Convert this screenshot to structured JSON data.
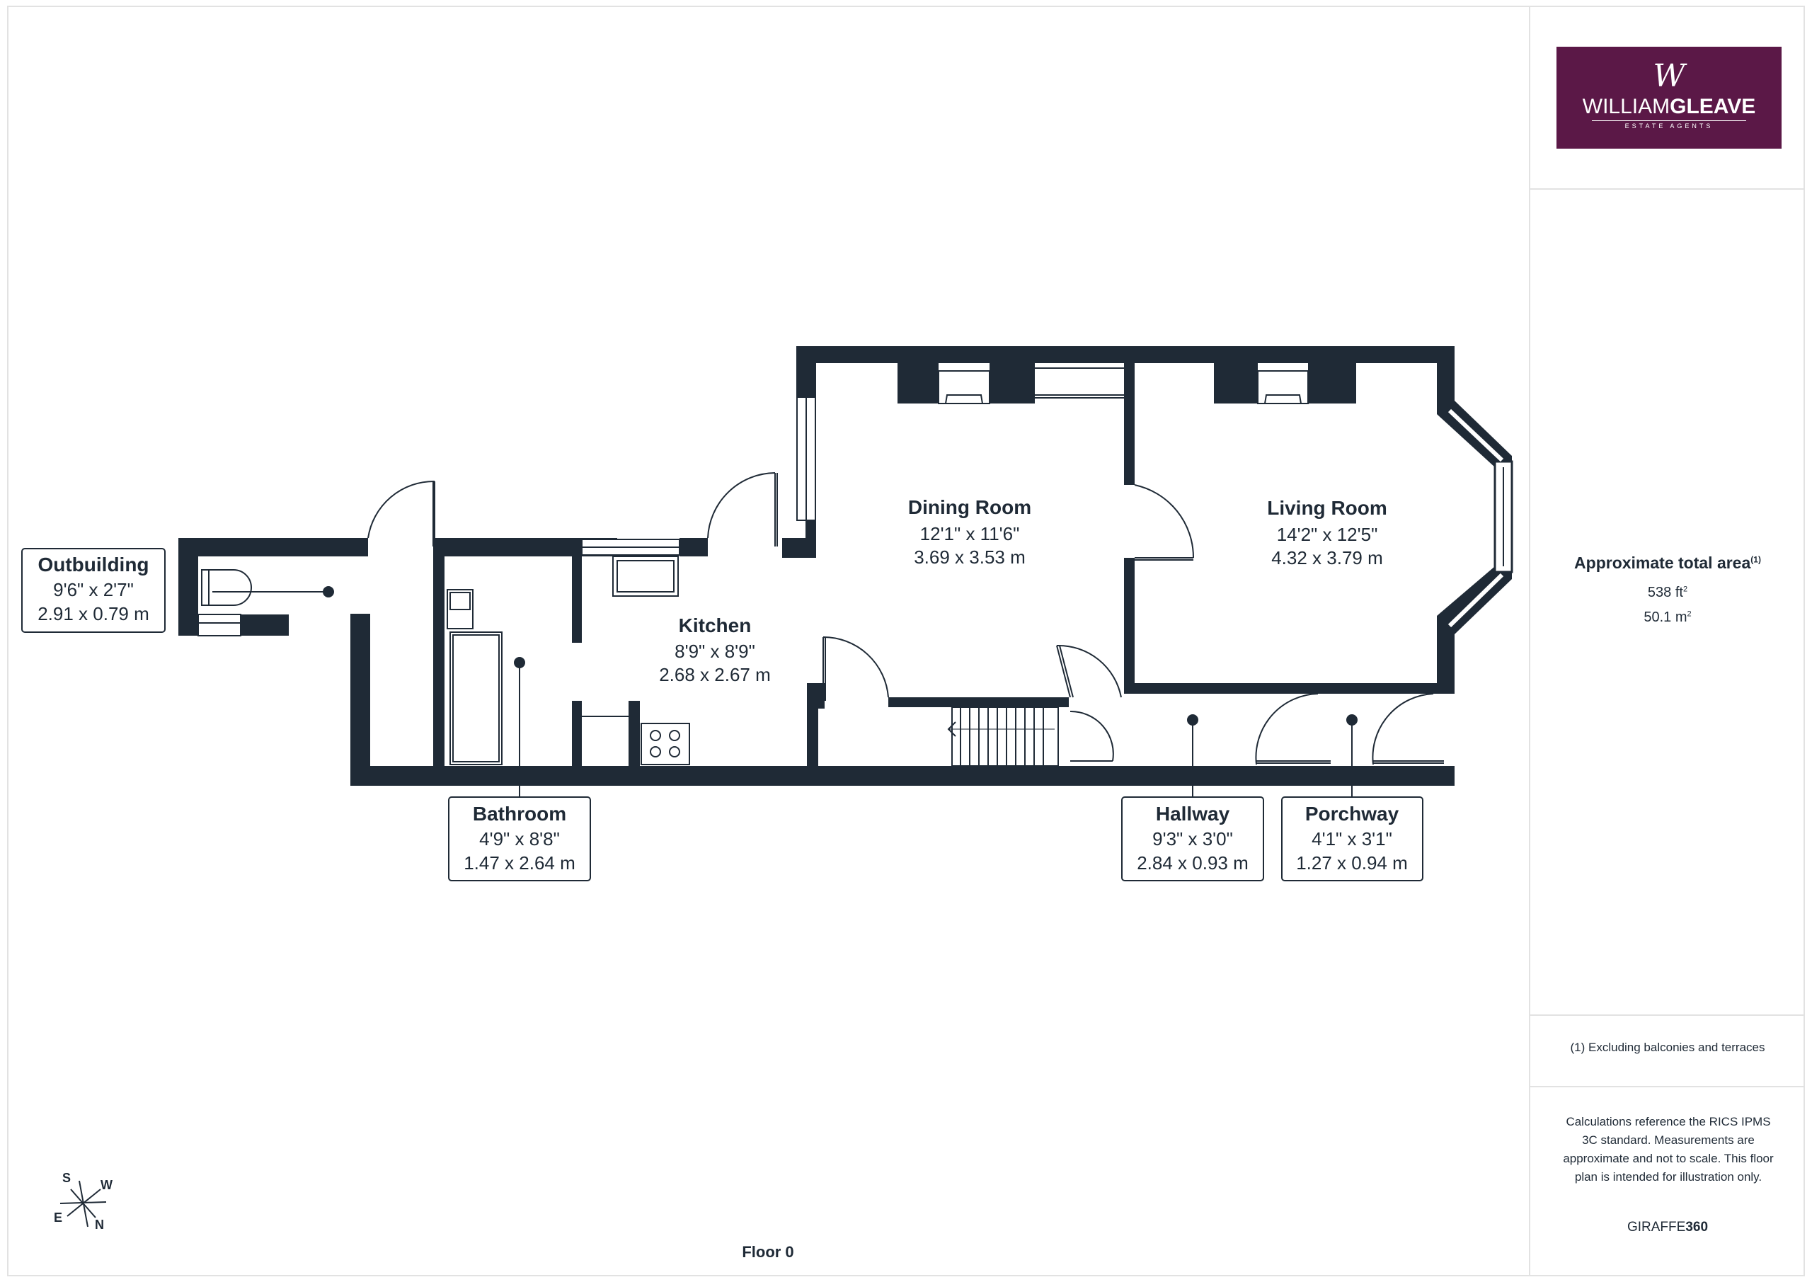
{
  "rooms": {
    "outbuilding": {
      "name": "Outbuilding",
      "imperial": "9'6\" x 2'7\"",
      "metric": "2.91 x 0.79 m"
    },
    "bathroom": {
      "name": "Bathroom",
      "imperial": "4'9\" x 8'8\"",
      "metric": "1.47 x 2.64 m"
    },
    "kitchen": {
      "name": "Kitchen",
      "imperial": "8'9\" x 8'9\"",
      "metric": "2.68 x 2.67 m"
    },
    "dining": {
      "name": "Dining Room",
      "imperial": "12'1\" x 11'6\"",
      "metric": "3.69 x 3.53 m"
    },
    "living": {
      "name": "Living Room",
      "imperial": "14'2\" x 12'5\"",
      "metric": "4.32 x 3.79 m"
    },
    "hallway": {
      "name": "Hallway",
      "imperial": "9'3\" x 3'0\"",
      "metric": "2.84 x 0.93 m"
    },
    "porchway": {
      "name": "Porchway",
      "imperial": "4'1\" x 3'1\"",
      "metric": "1.27 x 0.94 m"
    }
  },
  "floor_label": "Floor 0",
  "compass": {
    "s": "S",
    "w": "W",
    "e": "E",
    "n": "N"
  },
  "logo": {
    "mark": "W",
    "name_thin": "WILLIAM",
    "name_bold": "GLEAVE",
    "sub": "ESTATE AGENTS"
  },
  "area": {
    "title": "Approximate total area",
    "title_sup": "(1)",
    "ft_value": "538 ft",
    "ft_sup": "2",
    "m_value": "50.1 m",
    "m_sup": "2"
  },
  "footnote": "(1) Excluding balconies and terraces",
  "disclaimer": "Calculations reference the RICS IPMS 3C standard. Measurements are approximate and not to scale. This floor plan is intended for illustration only.",
  "brand": {
    "thin": "GIRAFFE",
    "bold": "360"
  },
  "colors": {
    "wall": "#1f2a36",
    "logo_bg": "#5b1847",
    "border": "#e2e2e2"
  }
}
